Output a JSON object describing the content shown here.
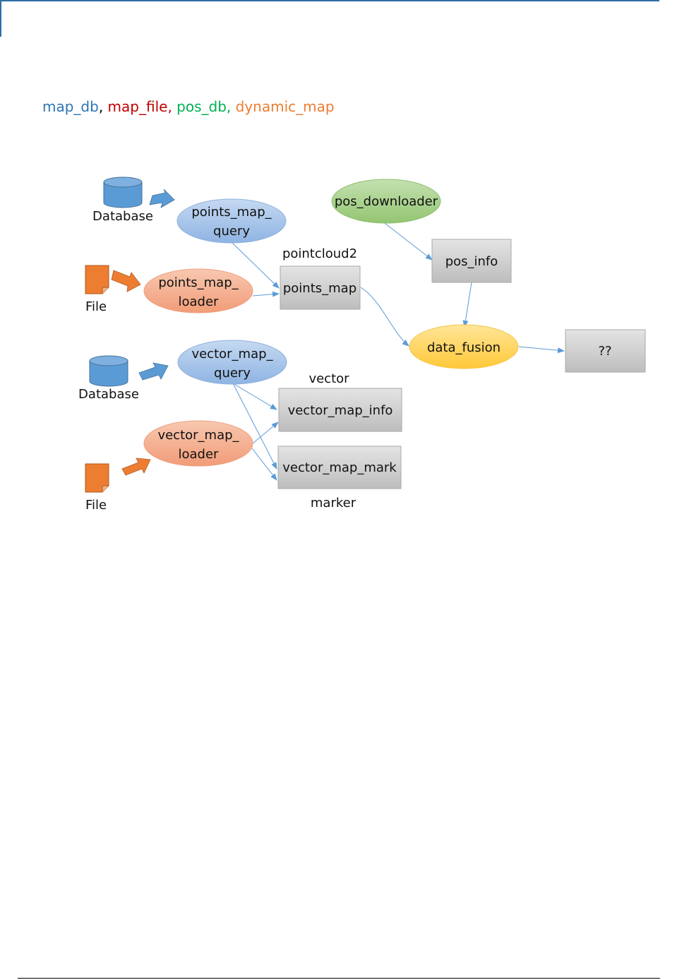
{
  "legend": [
    {
      "text": "map_db",
      "color": "#2e75b6"
    },
    {
      "text": ", ",
      "color": "#000000"
    },
    {
      "text": "map_file,",
      "color": "#c00000"
    },
    {
      "text": " ",
      "color": "#000000"
    },
    {
      "text": "pos_db,",
      "color": "#00b050"
    },
    {
      "text": " ",
      "color": "#000000"
    },
    {
      "text": "dynamic_map",
      "color": "#ed7d31"
    }
  ],
  "nodes": {
    "points_map_query": [
      "points_map_",
      "query"
    ],
    "points_map_loader": [
      "points_map_",
      "loader"
    ],
    "vector_map_query": [
      "vector_map_",
      "query"
    ],
    "vector_map_loader": [
      "vector_map_",
      "loader"
    ],
    "pos_downloader": "pos_downloader",
    "data_fusion": "data_fusion",
    "points_map": "points_map",
    "pos_info": "pos_info",
    "unknown_output": "??",
    "vector_map_info": "vector_map_info",
    "vector_map_mark": "vector_map_mark"
  },
  "sources": {
    "database_1": "Database",
    "file_1": "File",
    "database_2": "Database",
    "file_2": "File"
  },
  "type_labels": {
    "pointcloud2": "pointcloud2",
    "vector": "vector",
    "marker": "marker"
  },
  "colors": {
    "blue_node": "#a9c4e8",
    "orange_node": "#f4b093",
    "green_node": "#a9d18e",
    "yellow_node": "#ffd966",
    "gray_box": "#cfcfcf",
    "db_fill": "#5b9bd5",
    "file_fill": "#ed7d31",
    "arrow": "#5b9bd5"
  }
}
